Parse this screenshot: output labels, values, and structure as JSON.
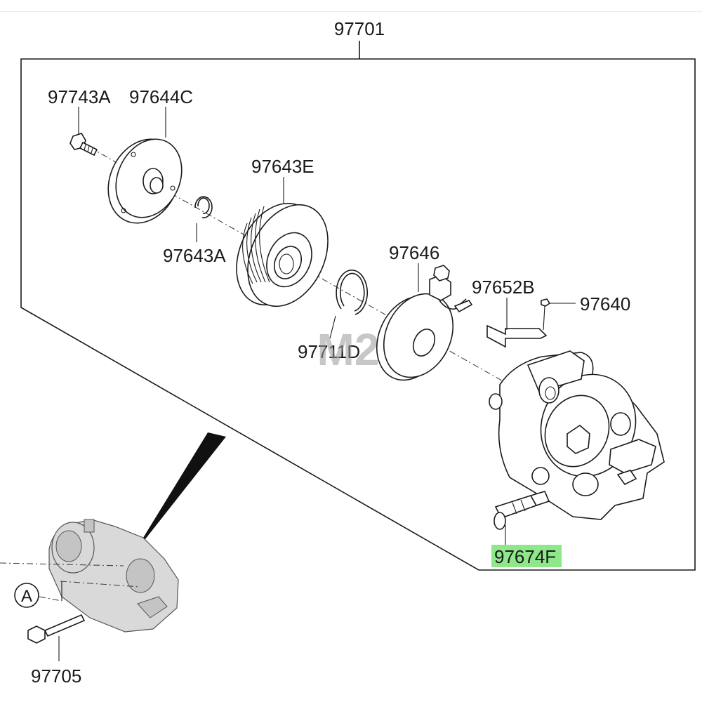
{
  "diagram": {
    "assembly_label": "97701",
    "watermark": "M2",
    "colors": {
      "line": "#1a1a1a",
      "highlight": "#8ee88a",
      "ghost_fill": "#d9d9d9"
    },
    "parts": {
      "bolt_short": "97743A",
      "clutch_plate": "97644C",
      "snap_ring_small": "97643A",
      "pulley": "97643E",
      "snap_ring_large": "97711D",
      "field_coil": "97646",
      "bracket": "97652B",
      "screw": "97640",
      "pressure_switch": "97674F",
      "mount_bolt": "97705"
    },
    "highlighted_part": "97674F",
    "callout_letter": "A"
  }
}
